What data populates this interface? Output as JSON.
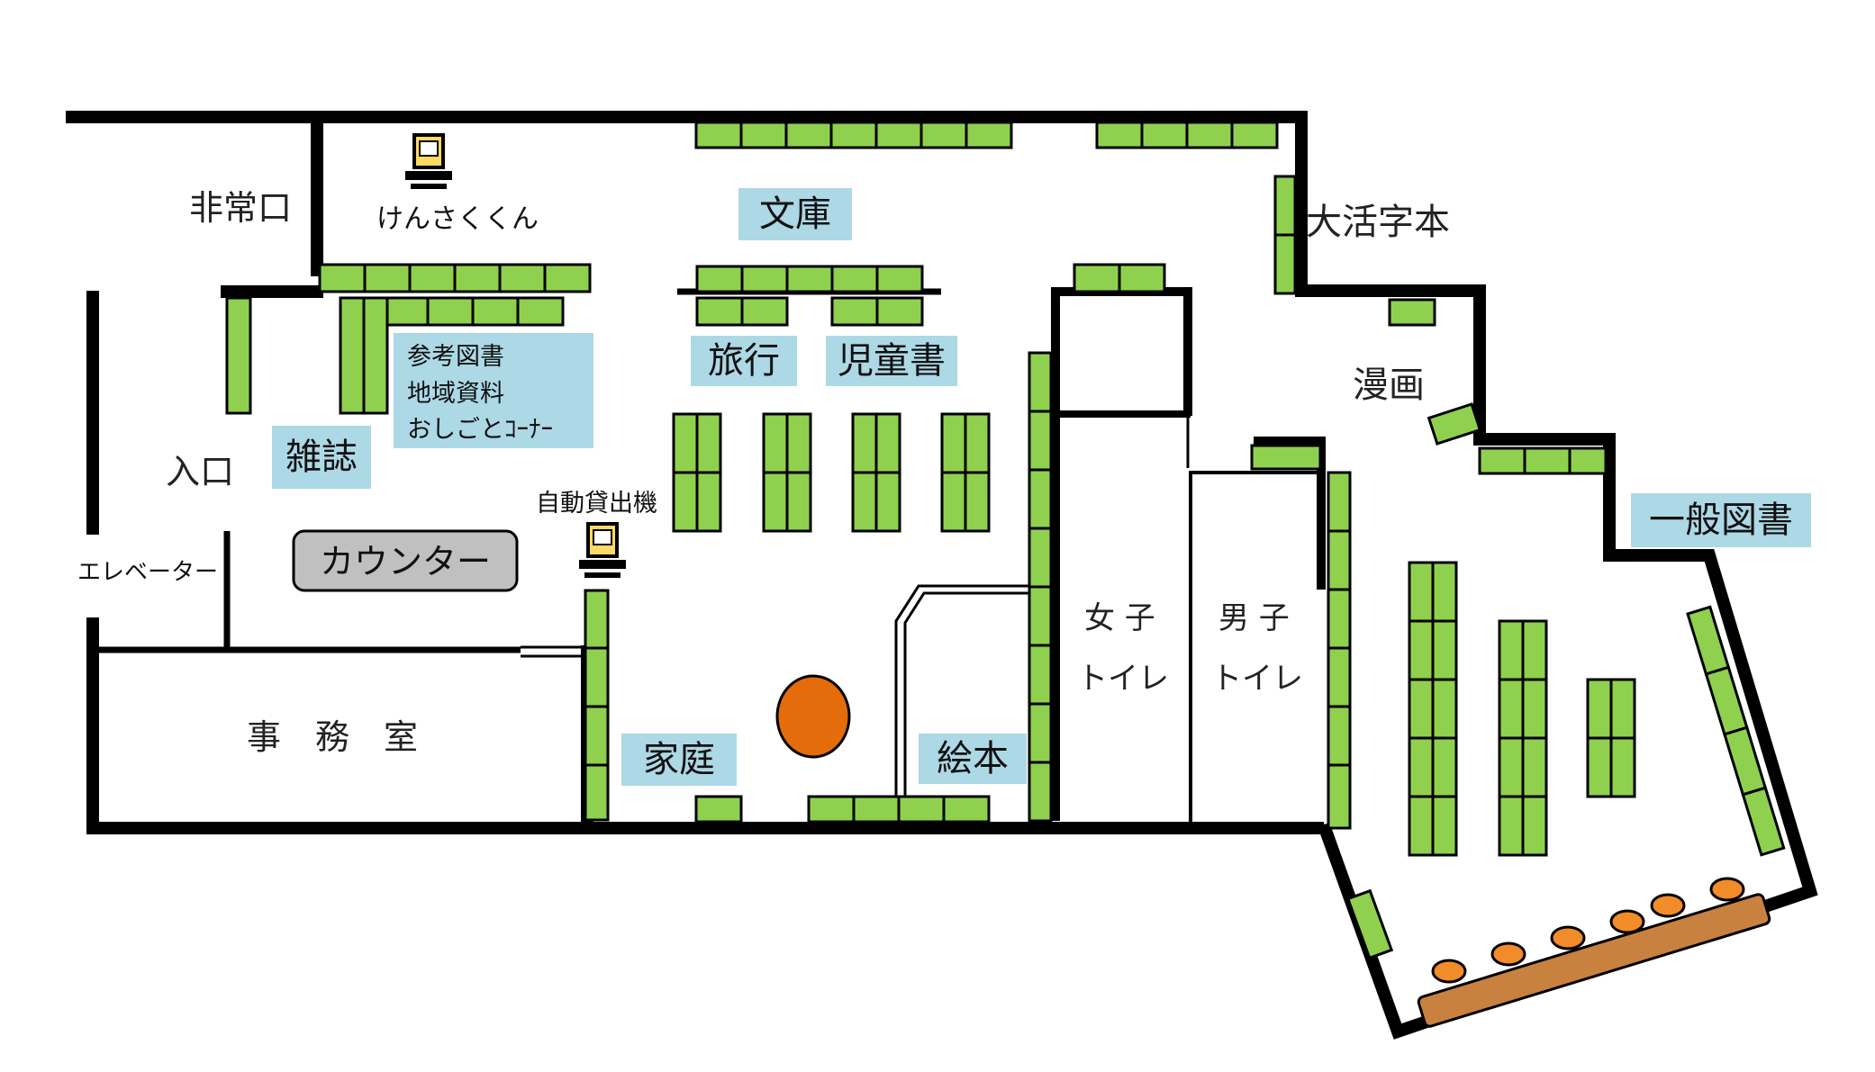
{
  "floor_map": {
    "labels": {
      "emergency_exit": "非常口",
      "kensakukun": "けんさくくん",
      "bunko": "文庫",
      "large_print": "大活字本",
      "manga": "漫画",
      "general_books": "一般図書",
      "reference": [
        "参考図書",
        "地域資料",
        "おしごとｺｰﾅｰ"
      ],
      "travel": "旅行",
      "childrens_books": "児童書",
      "magazines": "雑誌",
      "entrance": "入口",
      "self_checkout": "自動貸出機",
      "counter": "カウンター",
      "elevator": "エレベーター",
      "office": "事　務　室",
      "family": "家庭",
      "picture_books": "絵本",
      "womens_toilet": [
        "女 子",
        "トイレ"
      ],
      "mens_toilet": [
        "男 子",
        "トイレ"
      ]
    },
    "colors": {
      "wall": "#000000",
      "shelf": "#8fd14f",
      "label_box": "#add8e6",
      "counter": "#c0c0c0",
      "table": "#c8813f",
      "round_table": "#e46c0a",
      "stool": "#f28c28"
    },
    "icons": [
      "computer-terminal-icon",
      "computer-terminal-icon"
    ]
  }
}
